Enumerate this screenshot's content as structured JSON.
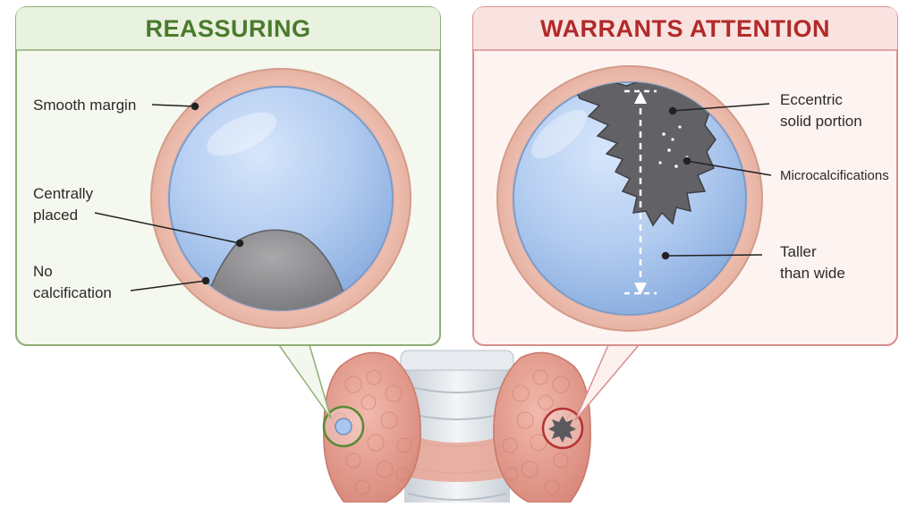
{
  "left_panel": {
    "title": "REASSURING",
    "labels": {
      "smooth_margin": "Smooth margin",
      "centrally_placed_1": "Centrally",
      "centrally_placed_2": "placed",
      "no_calc_1": "No",
      "no_calc_2": "calcification"
    },
    "accent_color": "#4a7a2c"
  },
  "right_panel": {
    "title": "WARRANTS ATTENTION",
    "labels": {
      "eccentric_1": "Eccentric",
      "eccentric_2": "solid portion",
      "microcalcifications": "Microcalcifications",
      "taller_1": "Taller",
      "taller_2": "than wide"
    },
    "accent_color": "#b12a2a"
  }
}
